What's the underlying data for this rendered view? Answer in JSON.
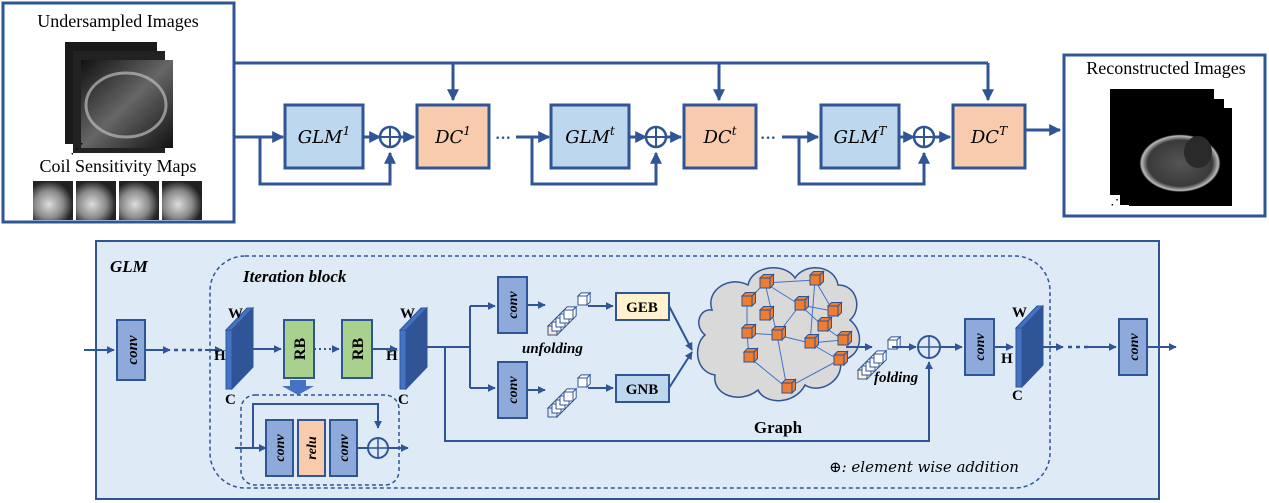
{
  "figure": {
    "input_panel": {
      "title": "Undersampled Images",
      "subtitle": "Coil Sensitivity Maps",
      "ellipsis": "⋰"
    },
    "output_panel": {
      "title": "Reconstructed Images",
      "ellipsis": "⋰"
    },
    "pipeline": {
      "stages": [
        {
          "glm_base": "GLM",
          "glm_sup": "1",
          "dc_base": "DC",
          "dc_sup": "1"
        },
        {
          "glm_base": "GLM",
          "glm_sup": "t",
          "dc_base": "DC",
          "dc_sup": "t"
        },
        {
          "glm_base": "GLM",
          "glm_sup": "T",
          "dc_base": "DC",
          "dc_sup": "T"
        }
      ],
      "add_symbol": "⊕",
      "ellipsis": "···"
    },
    "glm_detail": {
      "title": "GLM",
      "iteration_block_label": "Iteration block",
      "conv_label": "conv",
      "relu_label": "relu",
      "rb_label": "RB",
      "feature_axes": {
        "w": "W",
        "h": "H",
        "c": "C"
      },
      "geb_label": "GEB",
      "gnb_label": "GNB",
      "unfolding_label": "unfolding",
      "folding_label": "folding",
      "graph_label": "Graph",
      "legend": {
        "symbol": "⊕",
        "text": ": element wise addition"
      }
    }
  },
  "colors": {
    "stroke": "#2f5597",
    "glm_fill": "#bdd7ee",
    "dc_fill": "#f8cbad",
    "conv_fill": "#8eaadb",
    "rb_fill": "#a9d18e",
    "geb_fill": "#fff2cc",
    "panel_bg": "#deebf7",
    "node_fill": "#ed7d31",
    "cloud_fill": "#d9d9d9"
  }
}
